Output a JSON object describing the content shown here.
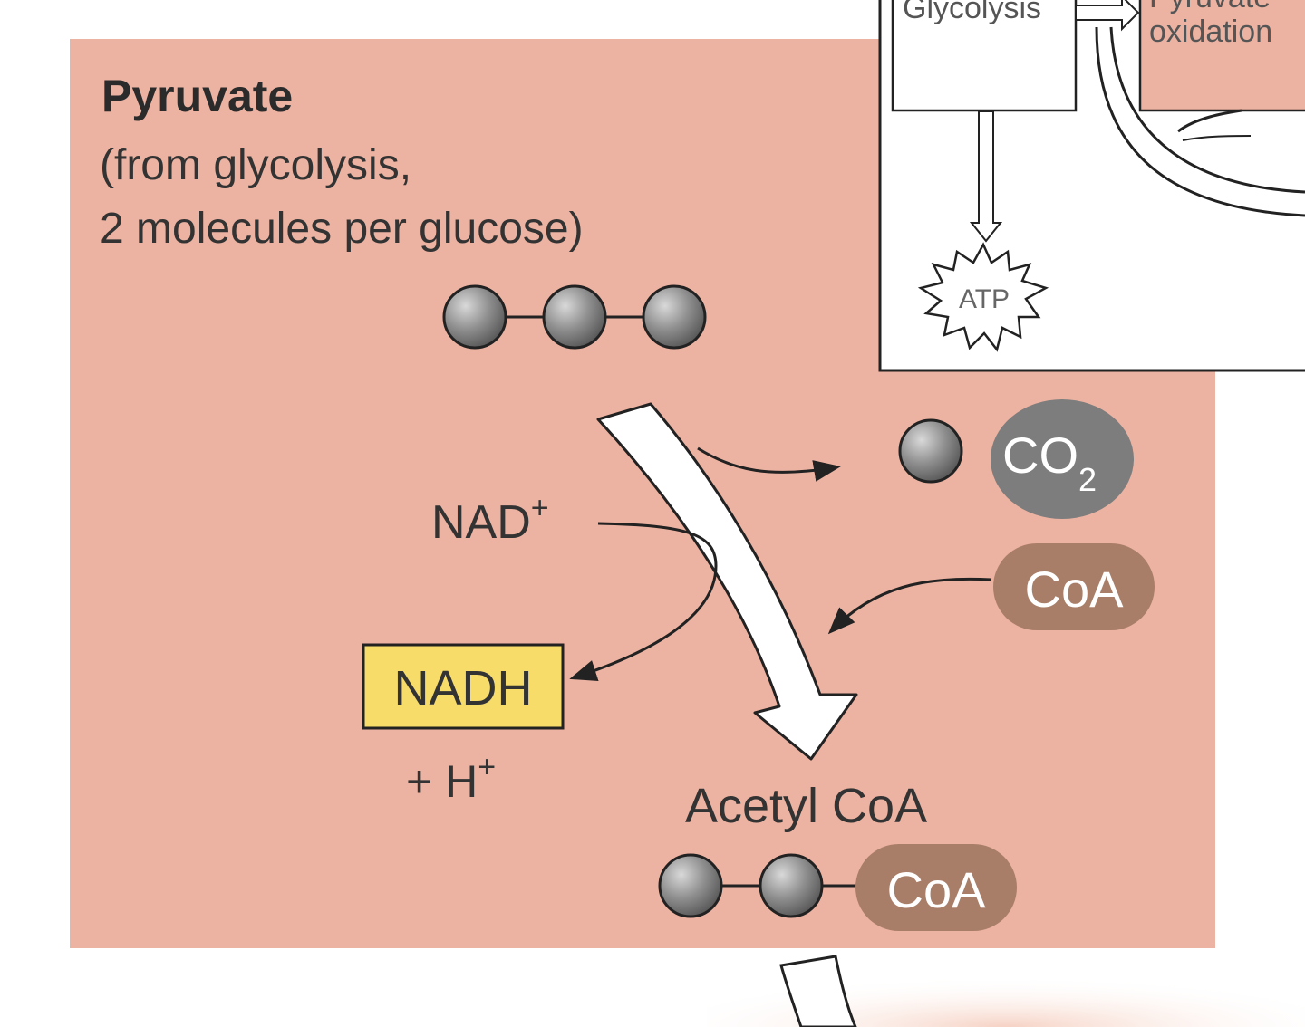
{
  "pyruvate": {
    "title": "Pyruvate",
    "line1": "(from glycolysis,",
    "line2": "2 molecules per glucose)"
  },
  "inset": {
    "glycolysis": "Glycolysis",
    "pyruvate_oxidation_top": "Pyruvate",
    "pyruvate_oxidation_bottom": "oxidation",
    "atp": "ATP"
  },
  "reaction": {
    "nad": "NAD",
    "nad_sup": "+",
    "nadh": "NADH",
    "h_plus": "+ H",
    "h_sup": "+",
    "co2": "CO",
    "co2_sub": "2",
    "coa_in": "CoA",
    "acetyl_coa": "Acetyl CoA",
    "coa_out": "CoA"
  },
  "colors": {
    "panel": "#edb3a2",
    "carbon": "#8a8a8a",
    "co2_badge": "#7d7d7d",
    "coa_badge": "#a97e68",
    "nadh_box": "#f7dc6a",
    "text": "#2f2f2f"
  }
}
